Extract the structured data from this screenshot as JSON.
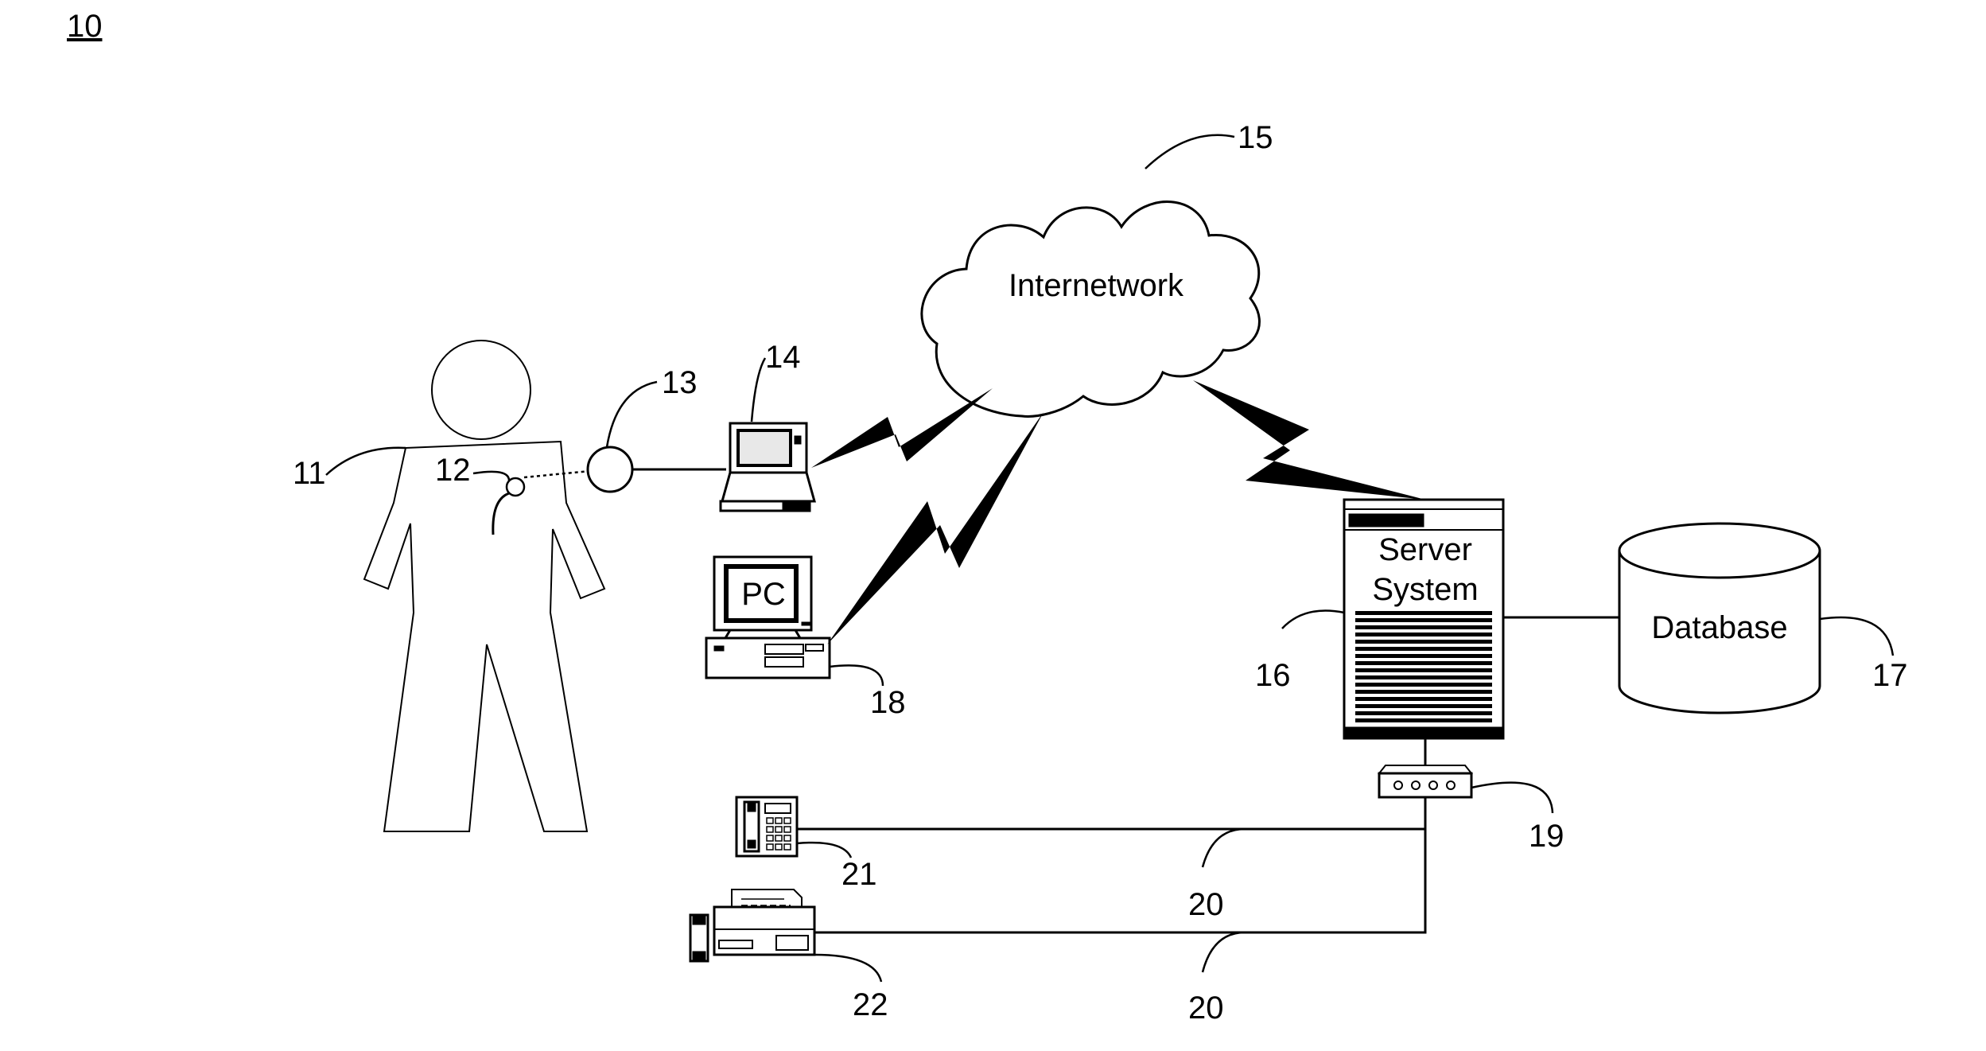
{
  "figure_number": "10",
  "labels": {
    "internetwork": "Internetwork",
    "server_line1": "Server",
    "server_line2": "System",
    "database": "Database",
    "pc": "PC"
  },
  "refs": {
    "person": "11",
    "implant": "12",
    "wand": "13",
    "laptop": "14",
    "network": "15",
    "server": "16",
    "database": "17",
    "pc": "18",
    "modem": "19",
    "phone_line_1": "20",
    "phone_line_2": "20",
    "telephone": "21",
    "fax": "22"
  },
  "colors": {
    "stroke": "#000000",
    "fill": "#ffffff",
    "screen": "#e8e8e8"
  }
}
